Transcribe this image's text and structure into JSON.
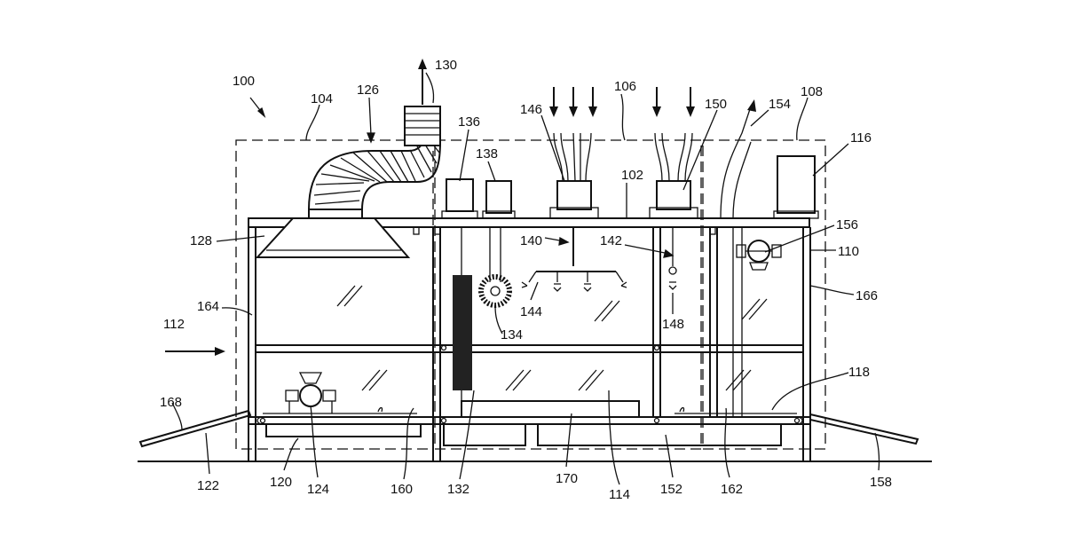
{
  "labels": {
    "l100": "100",
    "l104": "104",
    "l126": "126",
    "l130": "130",
    "l136": "136",
    "l138": "138",
    "l146": "146",
    "l106": "106",
    "l150": "150",
    "l154": "154",
    "l108": "108",
    "l116": "116",
    "l102": "102",
    "l156": "156",
    "l110": "110",
    "l128": "128",
    "l140": "140",
    "l142": "142",
    "l166": "166",
    "l164": "164",
    "l144": "144",
    "l148": "148",
    "l134": "134",
    "l112": "112",
    "l118": "118",
    "l168": "168",
    "l122": "122",
    "l120": "120",
    "l124": "124",
    "l160": "160",
    "l132": "132",
    "l170": "170",
    "l114": "114",
    "l152": "152",
    "l162": "162",
    "l158": "158"
  }
}
